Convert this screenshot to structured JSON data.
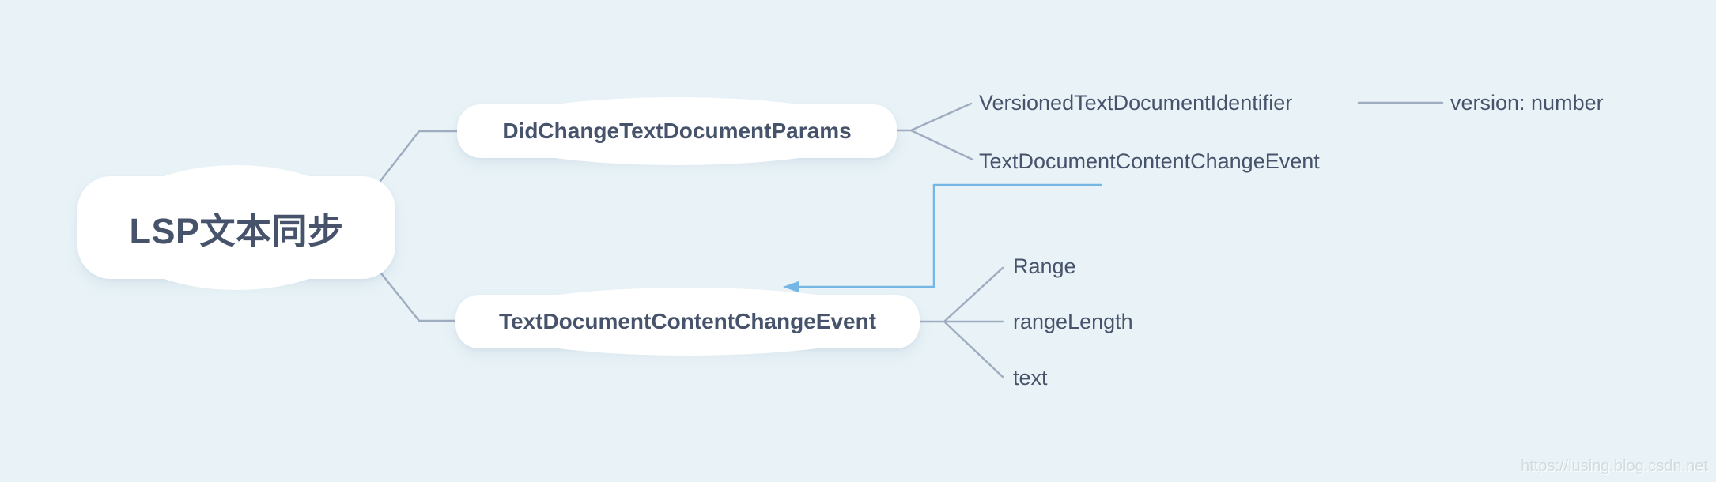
{
  "canvas": {
    "background_color": "#e9f3f7",
    "text_color": "#46536b",
    "connector_color": "#9fadc0",
    "relationship_arrow_color": "#74b6e4",
    "node_fill_color": "#ffffff"
  },
  "mindmap": {
    "root": {
      "label": "LSP文本同步"
    },
    "branches": [
      {
        "label": "DidChangeTextDocumentParams",
        "children": [
          {
            "label": "VersionedTextDocumentIdentifier",
            "children": [
              {
                "label": "version: number"
              }
            ]
          },
          {
            "label": "TextDocumentContentChangeEvent"
          }
        ]
      },
      {
        "label": "TextDocumentContentChangeEvent",
        "children": [
          {
            "label": "Range"
          },
          {
            "label": "rangeLength"
          },
          {
            "label": "text"
          }
        ]
      }
    ],
    "relationship": {
      "from": "TextDocumentContentChangeEvent (subtopic)",
      "to": "TextDocumentContentChangeEvent (branch)"
    }
  },
  "watermark": {
    "text": "https://lusing.blog.csdn.net"
  }
}
